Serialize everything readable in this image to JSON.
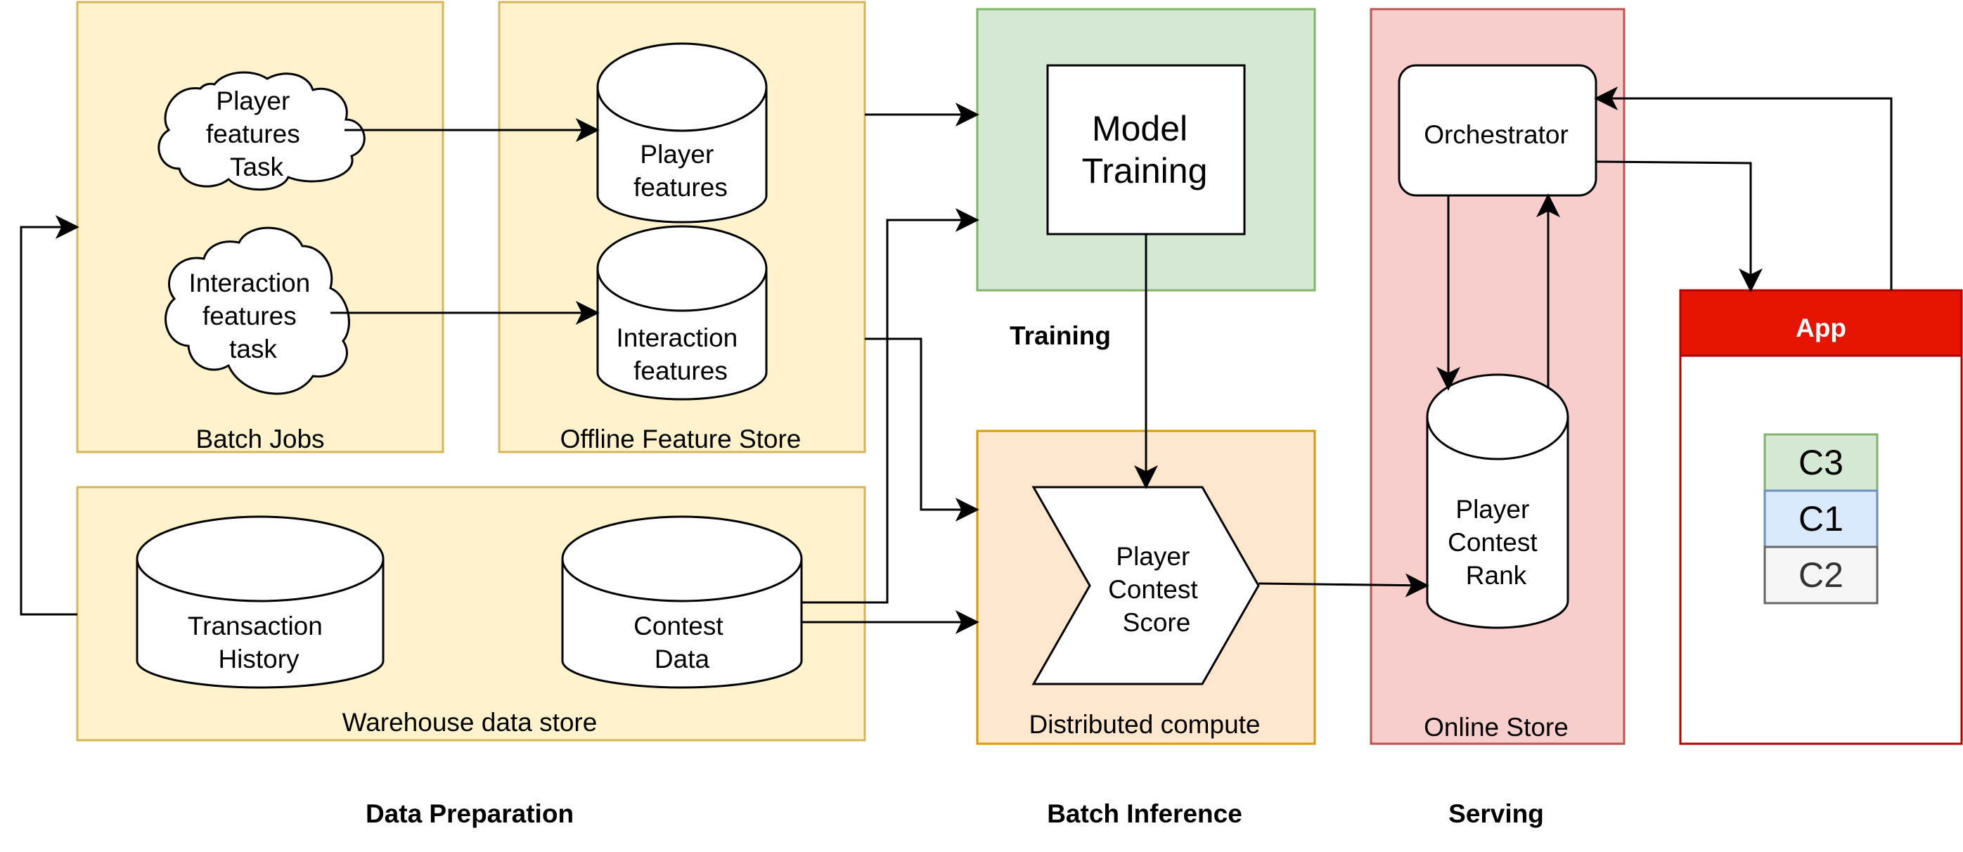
{
  "groups": {
    "batch_jobs": "Batch Jobs",
    "offline_feature_store": "Offline Feature Store",
    "warehouse": "Warehouse data store",
    "distributed_compute": "Distributed compute",
    "online_store": "Online Store"
  },
  "nodes": {
    "player_task": [
      "Player",
      "features",
      "Task"
    ],
    "interaction_task": [
      "Interaction",
      "features",
      "task"
    ],
    "player_features": [
      "Player",
      "features"
    ],
    "interaction_features": [
      "Interaction",
      "features"
    ],
    "model_training": [
      "Model",
      "Training"
    ],
    "transaction_history": [
      "Transaction",
      "History"
    ],
    "contest_data": [
      "Contest",
      "Data"
    ],
    "score": [
      "Player",
      "Contest",
      "Score"
    ],
    "orchestrator": "Orchestrator",
    "rank": [
      "Player",
      "Contest",
      "Rank"
    ]
  },
  "app": {
    "title": "App",
    "items": [
      "C3",
      "C1",
      "C2"
    ]
  },
  "stages": {
    "training": "Training",
    "data_preparation": "Data Preparation",
    "batch_inference": "Batch Inference",
    "serving": "Serving"
  },
  "colors": {
    "yellow_fill": "#fff2cc",
    "yellow_stroke": "#d6b656",
    "green_fill": "#d5e8d4",
    "green_stroke": "#82b366",
    "orange_fill": "#ffe6cc",
    "orange_stroke": "#d79b00",
    "red_fill": "#f8cecc",
    "red_stroke": "#b85450",
    "app_header": "#e51400",
    "app_stroke": "#b20000",
    "blue_fill": "#dae8fc",
    "blue_stroke": "#6c8ebf",
    "grey_fill": "#f5f5f5",
    "grey_stroke": "#666666"
  }
}
